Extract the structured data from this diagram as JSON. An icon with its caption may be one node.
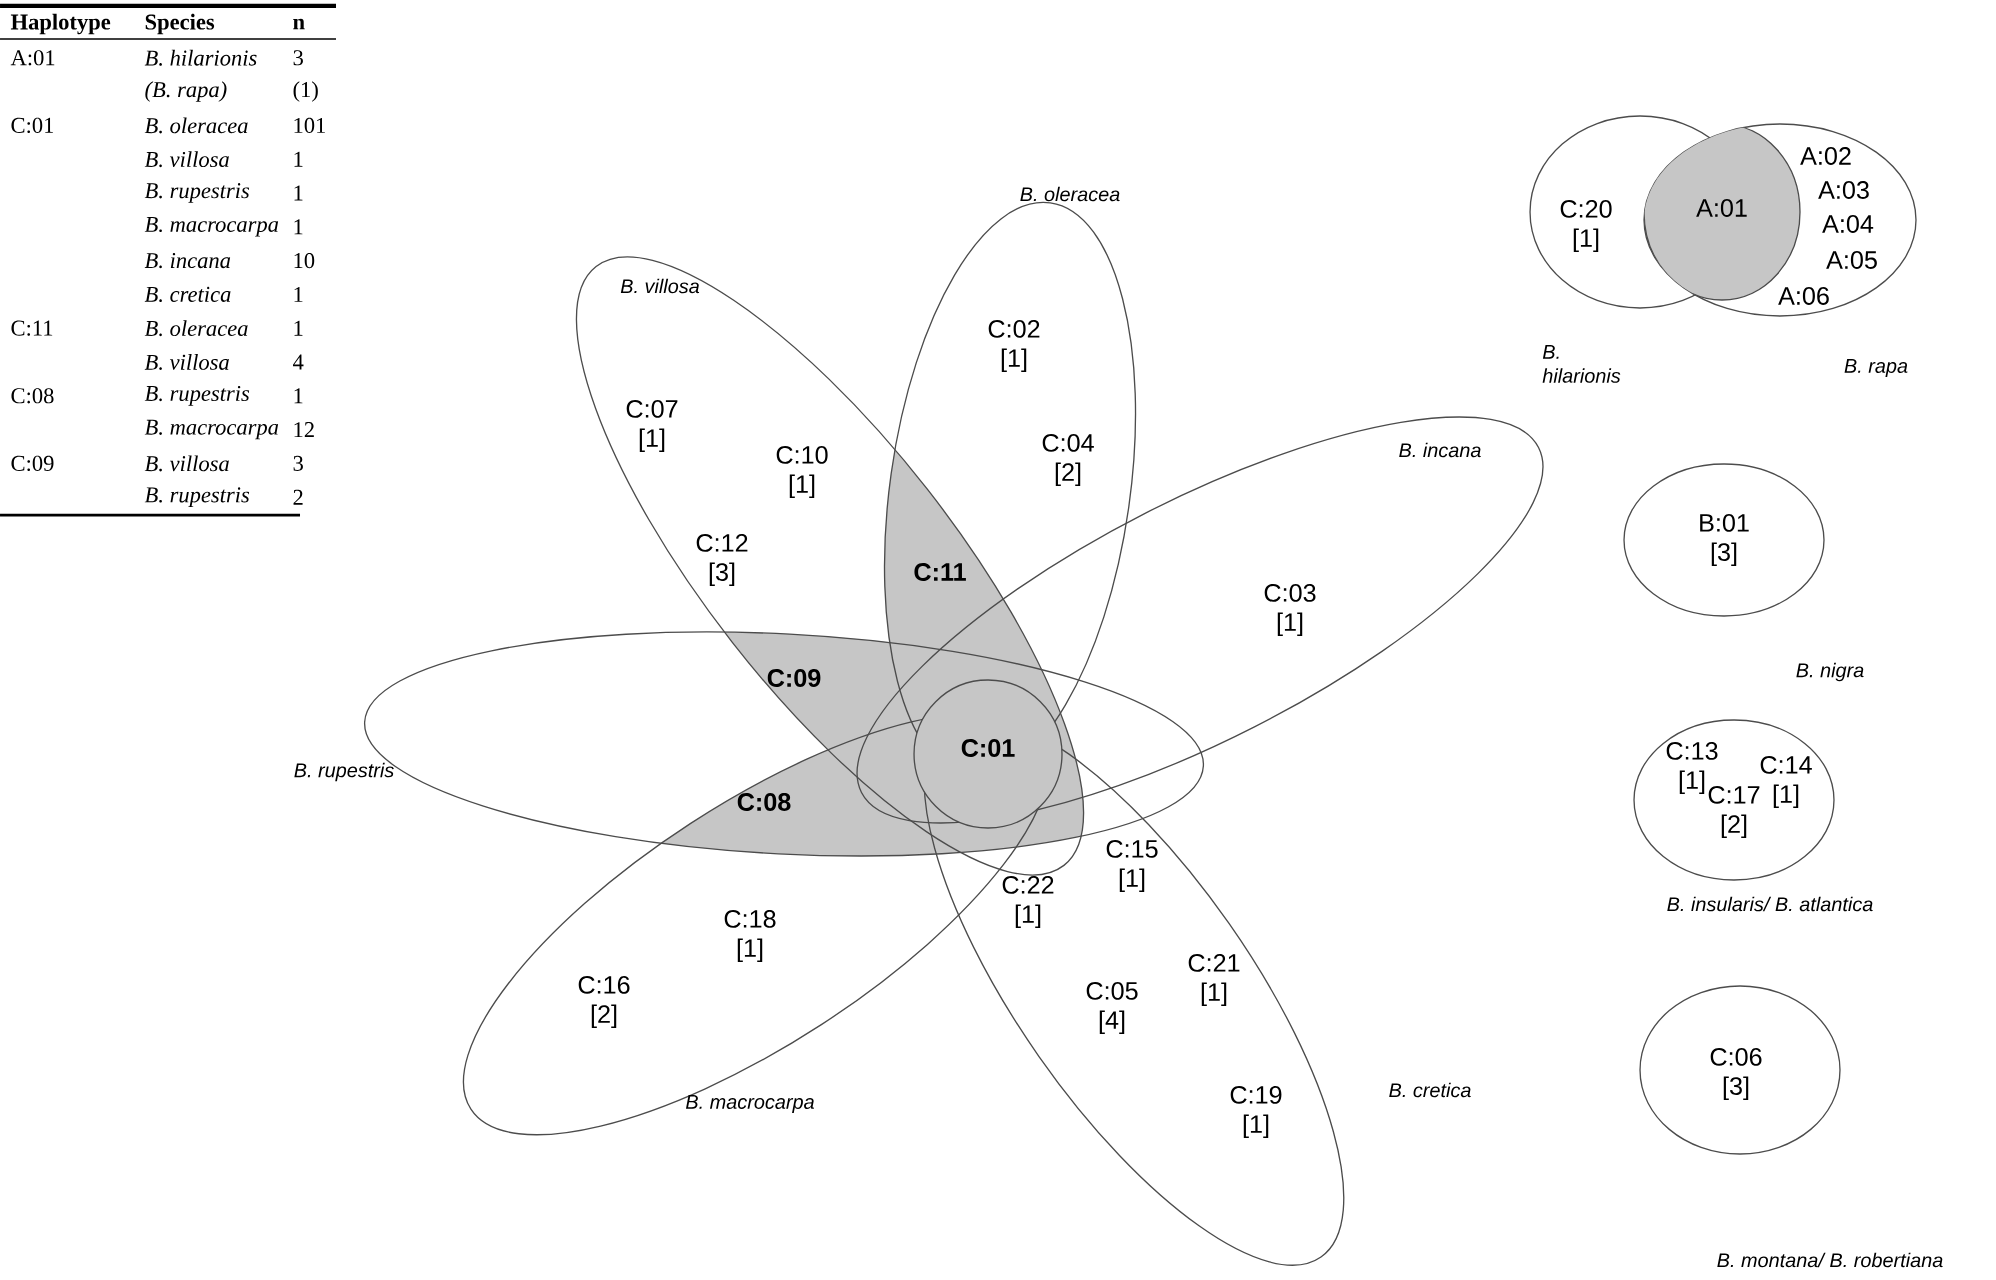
{
  "diagram": {
    "nodes": [
      {
        "text": [
          "B. oleracea",
          "C:02 [1]",
          "C:04 [2]"
        ]
      },
      {
        "text": [
          "C:20 [1]",
          "B. hilarionis"
        ]
      },
      {
        "text": [
          "A:02",
          "A:03",
          "A:04",
          "A:05",
          "A:06",
          "B. rapa"
        ]
      },
      {
        "text": [
          "A:01"
        ],
        "in": 2
      },
      {
        "text": [
          "B. villosa",
          "C:07 [1]",
          "C:10 [1]",
          "C:12 [3]"
        ]
      },
      {
        "text": [
          "B. incana",
          "C:03 [1]"
        ]
      },
      {
        "text": [
          "B:01 [3]",
          "B. nigra"
        ]
      },
      {
        "text": [
          "B. rupestris"
        ]
      },
      {
        "text": [
          "C:01"
        ]
      },
      {
        "text": [
          "C:13 [1]",
          "C:14 [1]",
          "C:17 [2]",
          "B. insularis/ B. atlantica"
        ]
      },
      {
        "text": [
          "C:18 [1]",
          "C:16 [2]",
          "B. macrocarpa"
        ]
      },
      {
        "text": [
          "C:22 [1]",
          "C:15 [1]",
          "C:05 [4]",
          "C:21 [1]",
          "C:19 [1]",
          "B. cretica"
        ]
      },
      {
        "text": [
          "C:06 [3]",
          "B. montana/ B. robertiana"
        ]
      }
    ],
    "labels": [
      "Haplotype",
      "Species",
      "n",
      "A:01",
      "B. hilarionis",
      "3",
      "(*B. rapa*)",
      "(1)",
      "C:01",
      "B. oleracea",
      "101",
      "B. villosa",
      "1",
      "B. rupestris",
      "1",
      "B. macrocarpa",
      "1",
      "B. incana",
      "10",
      "B. cretica",
      "1",
      "C:11",
      "B. oleracea",
      "1",
      "B. villosa",
      "4",
      "C:08",
      "B. rupestris",
      "1",
      "B. macrocarpa",
      "12",
      "C:09",
      "B. villosa",
      "3",
      "B. rupestris",
      "2",
      "C:11",
      "C:09",
      "C:08"
    ]
  }
}
